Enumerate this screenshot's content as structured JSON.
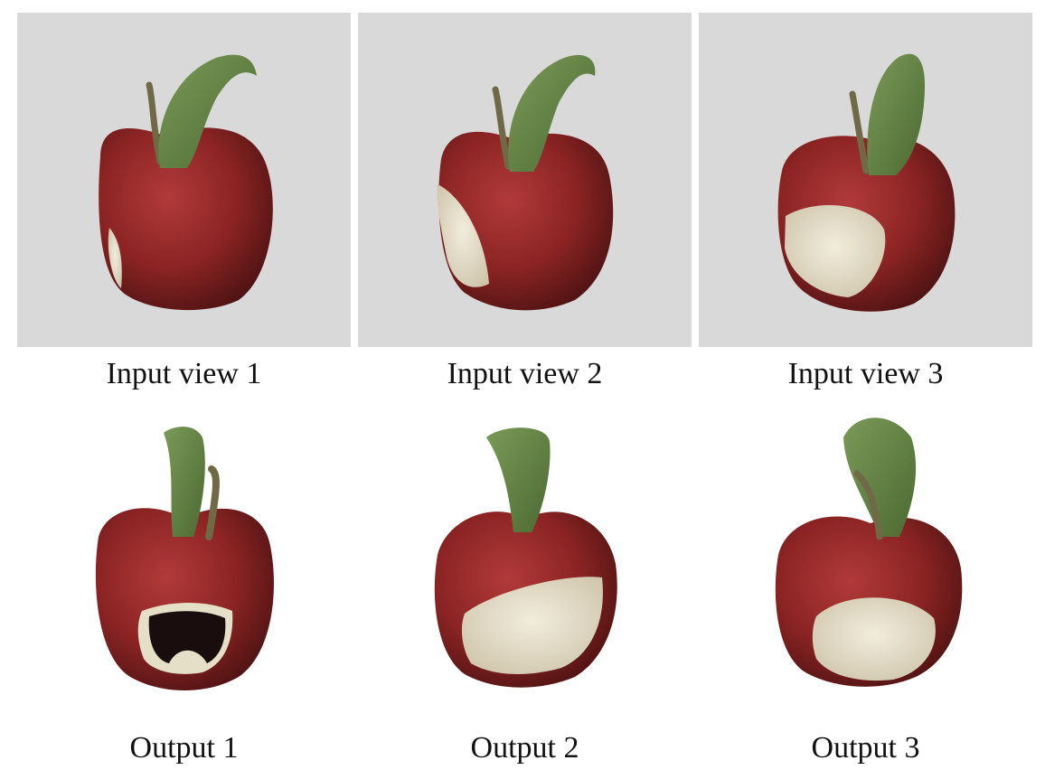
{
  "inputs": {
    "captions": [
      "Input view 1",
      "Input view 2",
      "Input view 3"
    ]
  },
  "outputs": {
    "captions": [
      "Output 1",
      "Output 2",
      "Output 3"
    ]
  },
  "colors": {
    "input_background": "#d9d9d9",
    "apple_red": "#8c2424",
    "leaf_green": "#5c7a3f",
    "flesh": "#e8e2cf",
    "cavity": "#1a0d0d"
  }
}
